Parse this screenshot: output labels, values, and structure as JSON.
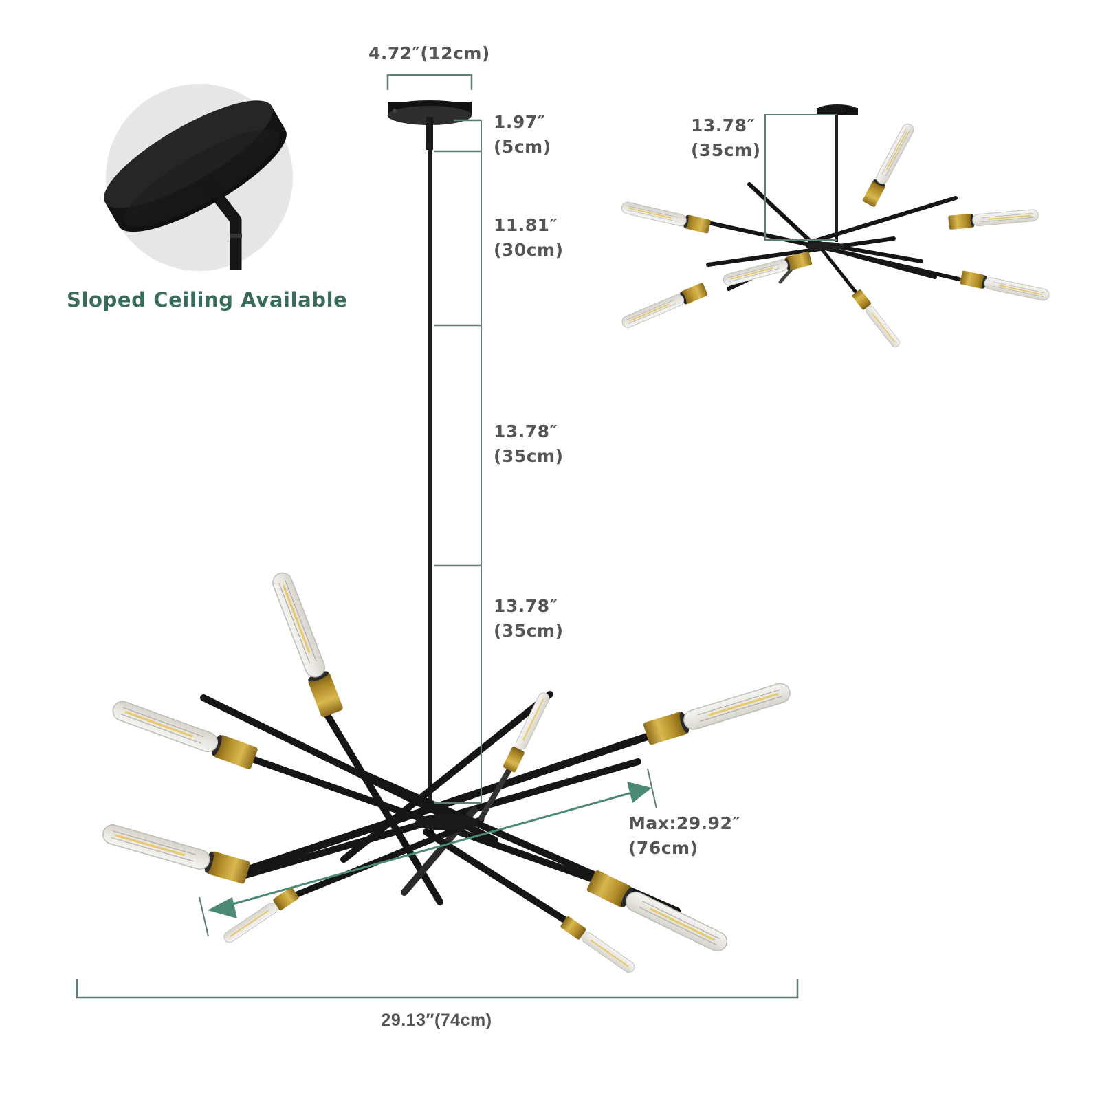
{
  "colors": {
    "dimension_line": "#5e7e76",
    "arrow_accent": "#4d8a76",
    "label_text": "#555555",
    "caption_green": "#3a6b5c",
    "metal_black": "#1a1a1a",
    "brass": "#b8952f",
    "inset_circle_bg": "#e6e6e6"
  },
  "inset_sloped": {
    "caption": "Sloped Ceiling Available",
    "icon": "sloped-canopy-icon"
  },
  "main_fixture": {
    "canopy_width": {
      "line1": "4.72″(12cm)"
    },
    "canopy_height": {
      "line1": "1.97″",
      "line2": "(5cm)"
    },
    "rod_segments": [
      {
        "line1": "11.81″",
        "line2": "(30cm)"
      },
      {
        "line1": "13.78″",
        "line2": "(35cm)"
      },
      {
        "line1": "13.78″",
        "line2": "(35cm)"
      }
    ],
    "max_diameter": {
      "line1": "Max:29.92″",
      "line2": "(76cm)"
    },
    "overall_width": {
      "line1": "29.13″(74cm)"
    },
    "bulb_count": 8,
    "bulb_type": "T-shape filament tube"
  },
  "flush_mount_view": {
    "height": {
      "line1": "13.78″",
      "line2": "(35cm)"
    }
  }
}
